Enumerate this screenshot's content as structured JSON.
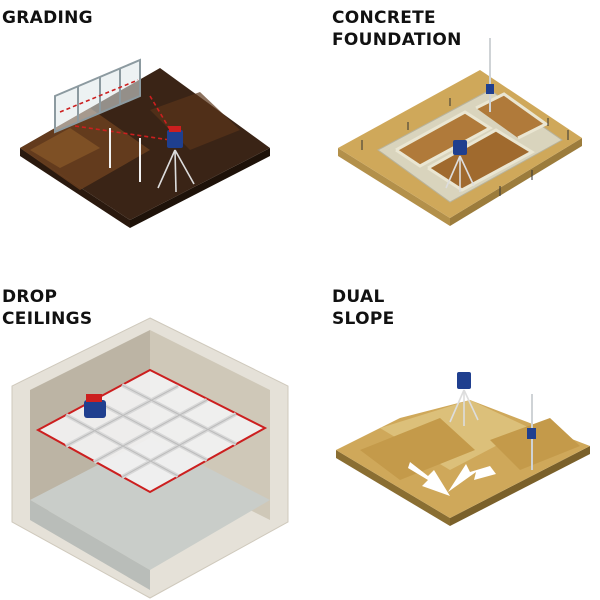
{
  "panels": [
    {
      "id": "grading",
      "title_lines": [
        "GRADING"
      ]
    },
    {
      "id": "concrete-foundation",
      "title_lines": [
        "CONCRETE",
        "FOUNDATION"
      ]
    },
    {
      "id": "drop-ceilings",
      "title_lines": [
        "DROP",
        "CEILINGS"
      ]
    },
    {
      "id": "dual-slope",
      "title_lines": [
        "DUAL",
        "SLOPE"
      ]
    }
  ],
  "colors": {
    "dark_soil": "#3a2416",
    "soil_brown": "#6b3f1f",
    "sand": "#cfa85a",
    "sand_light": "#dcc07a",
    "concrete": "#d9d4bd",
    "laser_red": "#cc1f1f",
    "tool_blue": "#1f3f8f",
    "ceiling_white": "#f2f2f2",
    "wall_gray": "#bcb4a4",
    "floor_gray": "#c9cdc9"
  }
}
